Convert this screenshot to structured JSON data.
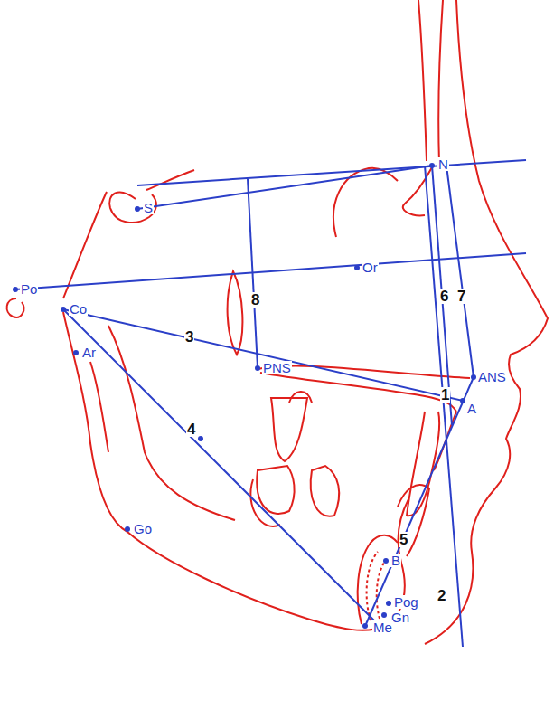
{
  "diagram": {
    "labels": [
      "S",
      "N",
      "Po",
      "Or",
      "Co",
      "Ar",
      "PNS",
      "ANS",
      "A",
      "B",
      "Pog",
      "Gn",
      "Me",
      "Go",
      "1",
      "2",
      "3",
      "4",
      "5",
      "6",
      "7",
      "8"
    ]
  }
}
